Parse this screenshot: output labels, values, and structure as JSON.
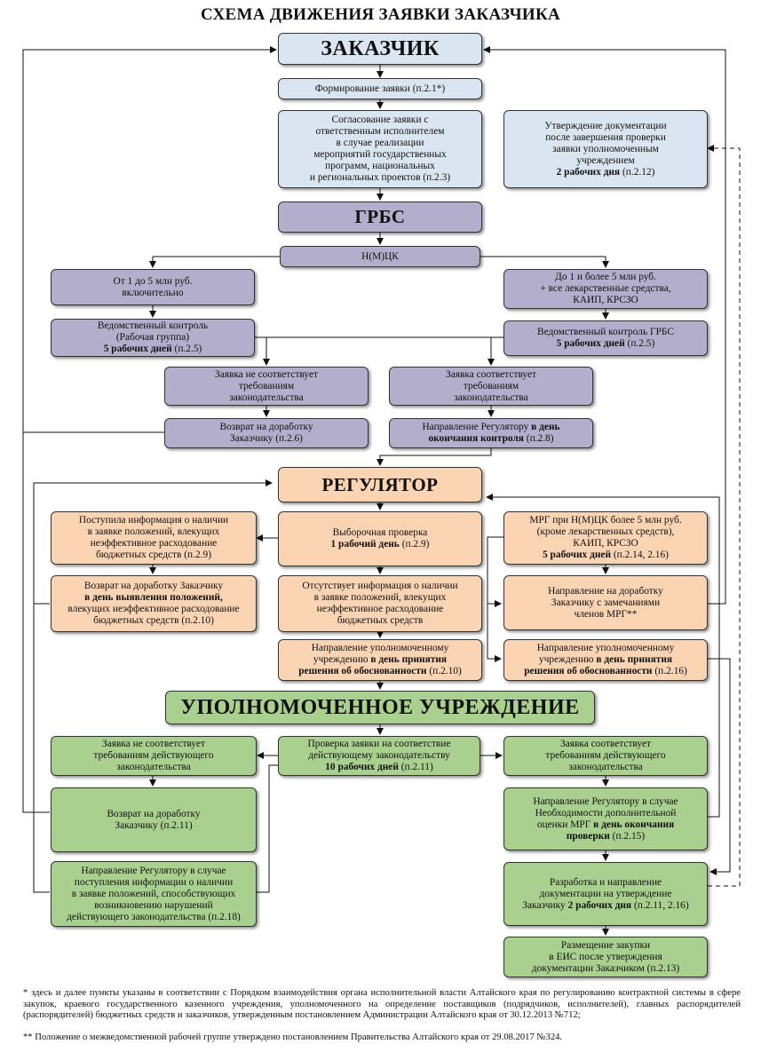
{
  "title": "СХЕМА ДВИЖЕНИЯ ЗАЯВКИ ЗАКАЗЧИКА",
  "sections": {
    "customer": "ЗАКАЗЧИК",
    "grbs": "ГРБС",
    "regulator": "РЕГУЛЯТОР",
    "authorized": "УПОЛНОМОЧЕННОЕ УЧРЕЖДЕНИЕ"
  },
  "boxes": {
    "formation": "Формирование заявки (п.2.1*)",
    "approval": "Согласование заявки с\nответственным исполнителем\nв случае реализации\nмероприятий государственных\nпрограмм, национальных\nи региональных проектов (п.2.3)",
    "doc_approval_text": "Утверждение документации\nпосле завершения проверки\nзаявки уполномоченным\nучреждением",
    "doc_approval_bold": "2 рабочих дня",
    "doc_approval_tail": " (п.2.12)",
    "nmck": "Н(М)ЦК",
    "from1to5": "От 1 до 5 млн руб.\nвключительно",
    "upto1": "До 1 и более 5 млн руб.\n+ все лекарственные средства,\nКАИП, КРСЗО",
    "vedom_left_text": "Ведомственный контроль\n(Рабочая группа)",
    "vedom_left_bold": "5 рабочих дней",
    "vedom_left_tail": " (п.2.5)",
    "vedom_right_text": "Ведомственный контроль ГРБС",
    "vedom_right_bold": "5 рабочих дней",
    "vedom_right_tail": " (п.2.5)",
    "not_comply": "Заявка не соответствует\nтребованиям\nзаконодательства",
    "comply": "Заявка соответствует\nтребованиям\nзаконодательства",
    "return_grbs": "Возврат на доработку\nЗаказчику (п.2.6)",
    "send_reg_text": "Направление Регулятору ",
    "send_reg_bold1": "в день",
    "send_reg_bold2": "окончания контроля",
    "send_reg_tail": " (п.2.8)",
    "info_received": "Поступила информация о наличии\nв заявке положений, влекущих\nнеэффективное расходование\nбюджетных средств  (п.2.9)",
    "return_reg_text1": "Возврат на доработку Заказчику",
    "return_reg_bold": "в день выявления положений,",
    "return_reg_text2": "влекущих неэффективное расходование\nбюджетных средств (п.2.10)",
    "sample_check_text": "Выборочная проверка",
    "sample_check_bold": "1 рабочий день",
    "sample_check_tail": " (п.2.9)",
    "no_info": "Отсутствует информация о наличии\nв заявке положений, влекущих\nнеэффективное расходование\nбюджетных средств",
    "send_au_left_text": "Направление уполномоченному\nучреждению ",
    "send_au_left_bold1": "в день принятия",
    "send_au_left_bold2": "решения об обоснованности",
    "send_au_left_tail": " (п.2.10)",
    "mrg_text": "МРГ при Н(М)ЦК более 5 млн руб.\n(кроме лекарственных средств),\nКАИП, КРСЗО",
    "mrg_bold": "5 рабочих дней",
    "mrg_tail": " (п.2.14, 2.16)",
    "return_mrg": "Направление на доработку\nЗаказчику с замечаниями\nчленов МРГ**",
    "send_au_right_text": "Направление уполномоченному\nучреждению ",
    "send_au_right_bold1": "в день принятия",
    "send_au_right_bold2": "решения об обоснованности",
    "send_au_right_tail": " (п.2.16)",
    "au_not_comply": "Заявка не соответствует\nтребованиям действующего\nзаконодательства",
    "au_check_text": "Проверка заявки на соответствие\nдействующему законодательству",
    "au_check_bold": "10 рабочих дней",
    "au_check_tail": " (п.2.11)",
    "au_comply": "Заявка соответствует\nтребованиям действующего\nзаконодательства",
    "au_return": "Возврат на доработку\nЗаказчику (п.2.11)",
    "au_send_reg_text": "Направление Регулятору в случае\nНеобходимости дополнительной\nоценки МРГ ",
    "au_send_reg_bold1": "в день окончания",
    "au_send_reg_bold2": "проверки",
    "au_send_reg_tail": " (п.2.15)",
    "au_reg_info": "Направление Регулятору в случае\nпоступления информации о наличии\nв заявке положений, способствующих\nвозникновению нарушений\nдействующего законодательства (п.2.18)",
    "develop_text": "Разработка и направление\nдокументации на утверждение\nЗаказчику ",
    "develop_bold": "2 рабочих дня",
    "develop_tail": " (п.2.11, 2.16)",
    "placement": "Размещение закупки\nв ЕИС после утверждения\nдокументации Заказчиком (п.2.13)"
  },
  "footnotes": {
    "note1": "* здесь и далее пункты указаны в соответствии с Порядком взаимодействия органа исполнительной власти Алтайского края по регулированию контрактной системы в сфере закупок, краевого государственного казенного учреждения, уполномоченного на определение поставщиков (подрядчиков, исполнителей), главных распорядителей (распорядителей) бюджетных средств и заказчиков, утвержденным постановлением Администрации Алтайского края от 30.12.2013 №712;",
    "note2": "** Положение о межведомственной рабочей группе утверждено постановлением Правительства Алтайского края от 29.08.2017 №324."
  },
  "colors": {
    "blue": "#dbe5f1",
    "purple": "#b2aecb",
    "orange": "#fbd4b4",
    "green": "#a9d08e"
  }
}
